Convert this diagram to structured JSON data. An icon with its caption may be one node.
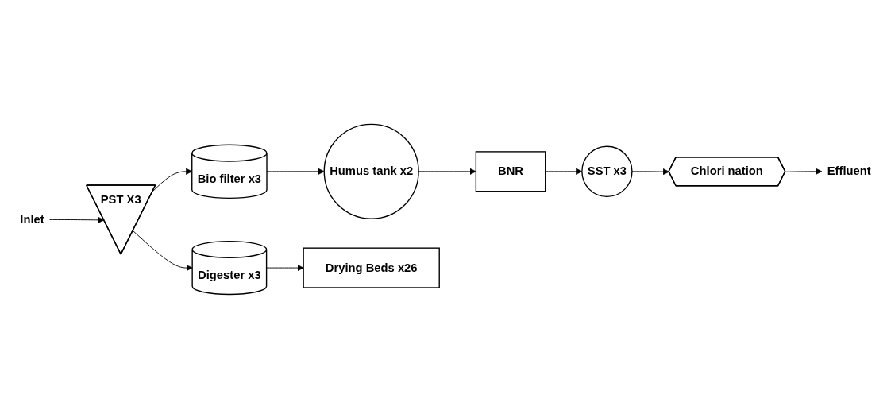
{
  "diagram": {
    "nodes": [
      {
        "text": [
          "Inlet"
        ]
      },
      {
        "text": [
          "PST X3"
        ]
      },
      {
        "text": [
          "Bio filter x3"
        ]
      },
      {
        "text": [
          "Humus tank x2"
        ]
      },
      {
        "text": [
          "BNR"
        ]
      },
      {
        "text": [
          "SST x3"
        ]
      },
      {
        "text": [
          "Chlori nation"
        ]
      },
      {
        "text": [
          "Effluent"
        ]
      },
      {
        "text": [
          "Digester x3"
        ]
      },
      {
        "text": [
          "Drying Beds x26"
        ]
      }
    ],
    "edges": [
      {
        "from": 0,
        "to": 1,
        "arrow": "to"
      },
      {
        "from": 1,
        "to": 2,
        "arrow": "to"
      },
      {
        "from": 2,
        "to": 3,
        "arrow": "to"
      },
      {
        "from": 3,
        "to": 4,
        "arrow": "to"
      },
      {
        "from": 4,
        "to": 5,
        "arrow": "to"
      },
      {
        "from": 5,
        "to": 6,
        "arrow": "to"
      },
      {
        "from": 6,
        "to": 7,
        "arrow": "to"
      },
      {
        "from": 1,
        "to": 8,
        "arrow": "to"
      },
      {
        "from": 8,
        "to": 9,
        "arrow": "to"
      }
    ]
  }
}
